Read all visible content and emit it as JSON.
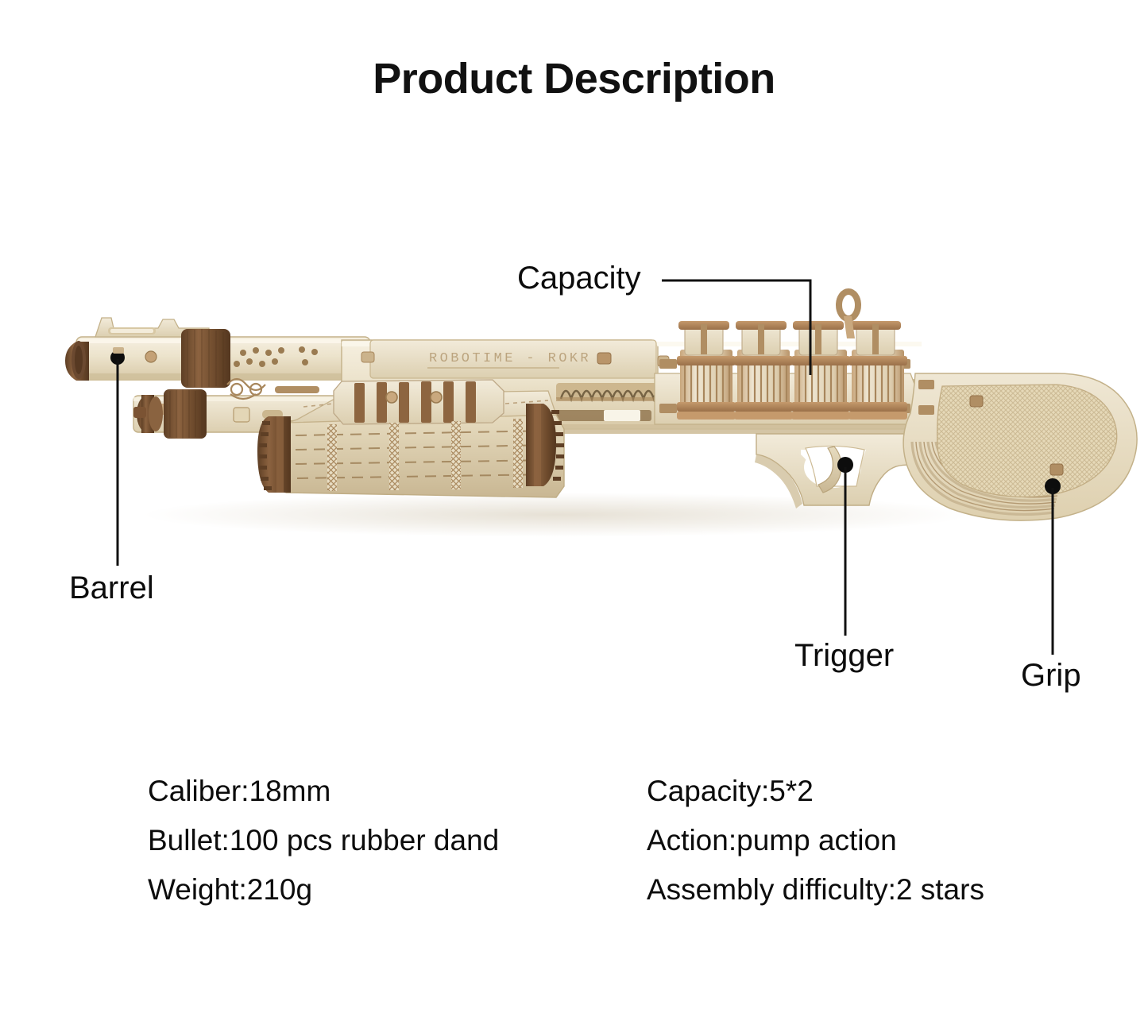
{
  "header": {
    "title": "Product Description"
  },
  "callouts": [
    {
      "id": "capacity",
      "label": "Capacity"
    },
    {
      "id": "barrel",
      "label": "Barrel"
    },
    {
      "id": "trigger",
      "label": "Trigger"
    },
    {
      "id": "grip",
      "label": "Grip"
    }
  ],
  "product": {
    "engraving": "ROBOTIME - ROKR",
    "alt": "Wooden model pump-action shotgun kit, laser-cut birch plywood with walnut accents",
    "colors": {
      "plywood_light": "#efe7d2",
      "plywood_mid": "#e3d7ba",
      "plywood_shadow": "#cdbd99",
      "walnut_dark": "#6f4c2e",
      "walnut_mid": "#8d6540",
      "walnut_light": "#b08e63",
      "etch_line": "#9a7b51",
      "outline": "#b9a77f",
      "background": "#ffffff",
      "leader_line": "#111111"
    }
  },
  "specs": {
    "left": [
      "Caliber:18mm",
      "Bullet:100 pcs rubber dand",
      "Weight:210g"
    ],
    "right": [
      "Capacity:5*2",
      "Action:pump action",
      "Assembly difficulty:2 stars"
    ]
  }
}
